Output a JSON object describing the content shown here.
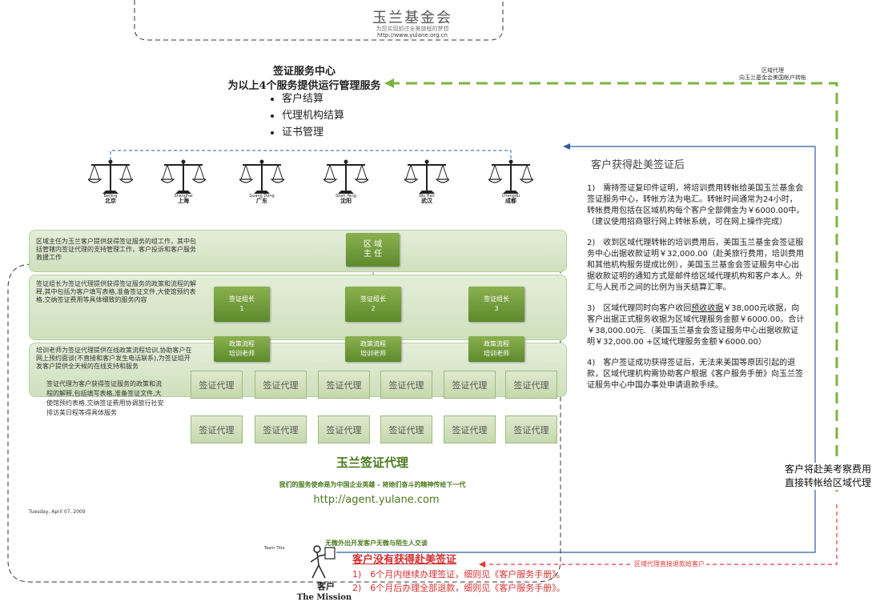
{
  "foundation": {
    "name": "玉兰基金会",
    "tagline": "为您实现前往全美旅程的梦想",
    "url": "http://www.yulane.org.cn"
  },
  "center": {
    "title": "签证服务中心",
    "subtitle": "为以上4个服务提供运行管理服务",
    "bullets": [
      "客户结算",
      "代理机构结算",
      "证书管理"
    ]
  },
  "cities": [
    {
      "en": "Beijing",
      "cn": "北京"
    },
    {
      "en": "Shanghai",
      "cn": "上海"
    },
    {
      "en": "Guang Dong",
      "cn": "广东"
    },
    {
      "en": "Shen Yang",
      "cn": "沈阳"
    },
    {
      "en": "Wu Han",
      "cn": "武汉"
    },
    {
      "en": "Chengdu",
      "cn": "成都"
    }
  ],
  "top_right_label": {
    "line1": "区域代理",
    "line2": "向玉兰基金会美国帐户转帐"
  },
  "org": {
    "band1_text": "区域主任为玉兰客户提供获得签证服务的组工作，其中包括管辖内签证代理的支持管理工作，客户投诉和客户服务救援工作",
    "band2_text": "签证组长为签证代理提供获得签证服务的政策和流程的解释,其中包括为客户填写表格,准备签证文件,大使馆预约表格,交纳签证费用等具体细致的服务内容",
    "band3_text": "培训老师为签证代理提供在线政策流程培训,协助客户在网上预约面谈(不直接和客户发生电话联系),为签证组开发客户提供全天候的在线支持和服务",
    "director": {
      "line1": "区 域",
      "line2": "主 任"
    },
    "leaders": [
      {
        "label": "签证组长",
        "num": "1"
      },
      {
        "label": "签证组长",
        "num": "2"
      },
      {
        "label": "签证组长",
        "num": "3"
      }
    ],
    "trainers": {
      "line1": "政策流程",
      "line2": "培训老师"
    },
    "agent_label": "签证代理",
    "agent_desc": "签证代理为客户获得签证服务的政策和流程的解释,包括填写表格,准备签证文件,大使馆预约表格,交纳签证费用协调旅行社安排访美日程等得具体服务",
    "brand": "玉兰签证代理",
    "slogan": "我们的服务使命是为中国企业英雄 - 将她们奋斗的精神传给下一代",
    "url": "http://agent.yulane.com",
    "date": "Tuesday, April 07, 2009",
    "footer": "无微外出开发客户无微与陌生人交谈",
    "team_title": "Team Title"
  },
  "success": {
    "title": "客户获得赴美签证后",
    "p1": "1)　需持签证复印件证明，将培训费用转帐给美国玉兰基金会签证服务中心，转帐方法为电汇。转帐时间通常为24小时，转帐费用包括在区域机构每个客户全部佣金为￥6000.00中。（建议使用招商银行网上转帐系统，可在网上操作完成）",
    "p2": "2)　收到区域代理转帐的培训费用后，美国玉兰基金会签证服务中心出据收款证明￥32,000.00（赴美旅行费用，培训费用和其他机构服务提成比例），美国玉兰基金会签证服务中心出据收款证明的通知方式是邮件给区域代理机构和客户本人。外汇与人民币之间的比例为当天结算汇率。",
    "p3a": "3)　区域代理同时向客户收回",
    "p3b": "预收收据",
    "p3c": "￥38,000元收据，向客户出据正式服务收据为区域代理服务金额￥6000.00。合计￥38,000.00元.（美国玉兰基金会签证服务中心出据收款证明￥32,000.00 +区域代理服务金额￥6000.00）",
    "p4": "4)　客户签证成功获得签证后，无法来美国等原因引起的退款，区域代理机构需协助客户根据《客户服务手册》向玉兰签证服务中心中国办事处申请退款手续。"
  },
  "transfer_note": {
    "line1": "客户将赴美考察费用",
    "line2": "直接转帐给区域代理"
  },
  "failure": {
    "title": "客户没有获得赴美签证",
    "items": [
      "1)　6个月内继续办理签证，细则见《客户服务手册》。",
      "2)　6个月后办理全部退款，细则见《客户服务手册》。"
    ],
    "refund_label": "区域代理直接退款给客户"
  },
  "customer": {
    "label": "客户",
    "mission": "The Mission"
  },
  "colors": {
    "green_dash": "#7cb342",
    "blue_line": "#2f5f9e",
    "red_dash": "#e53935",
    "band_green": "#cfe0bd",
    "box_green": "#6b9a33"
  }
}
